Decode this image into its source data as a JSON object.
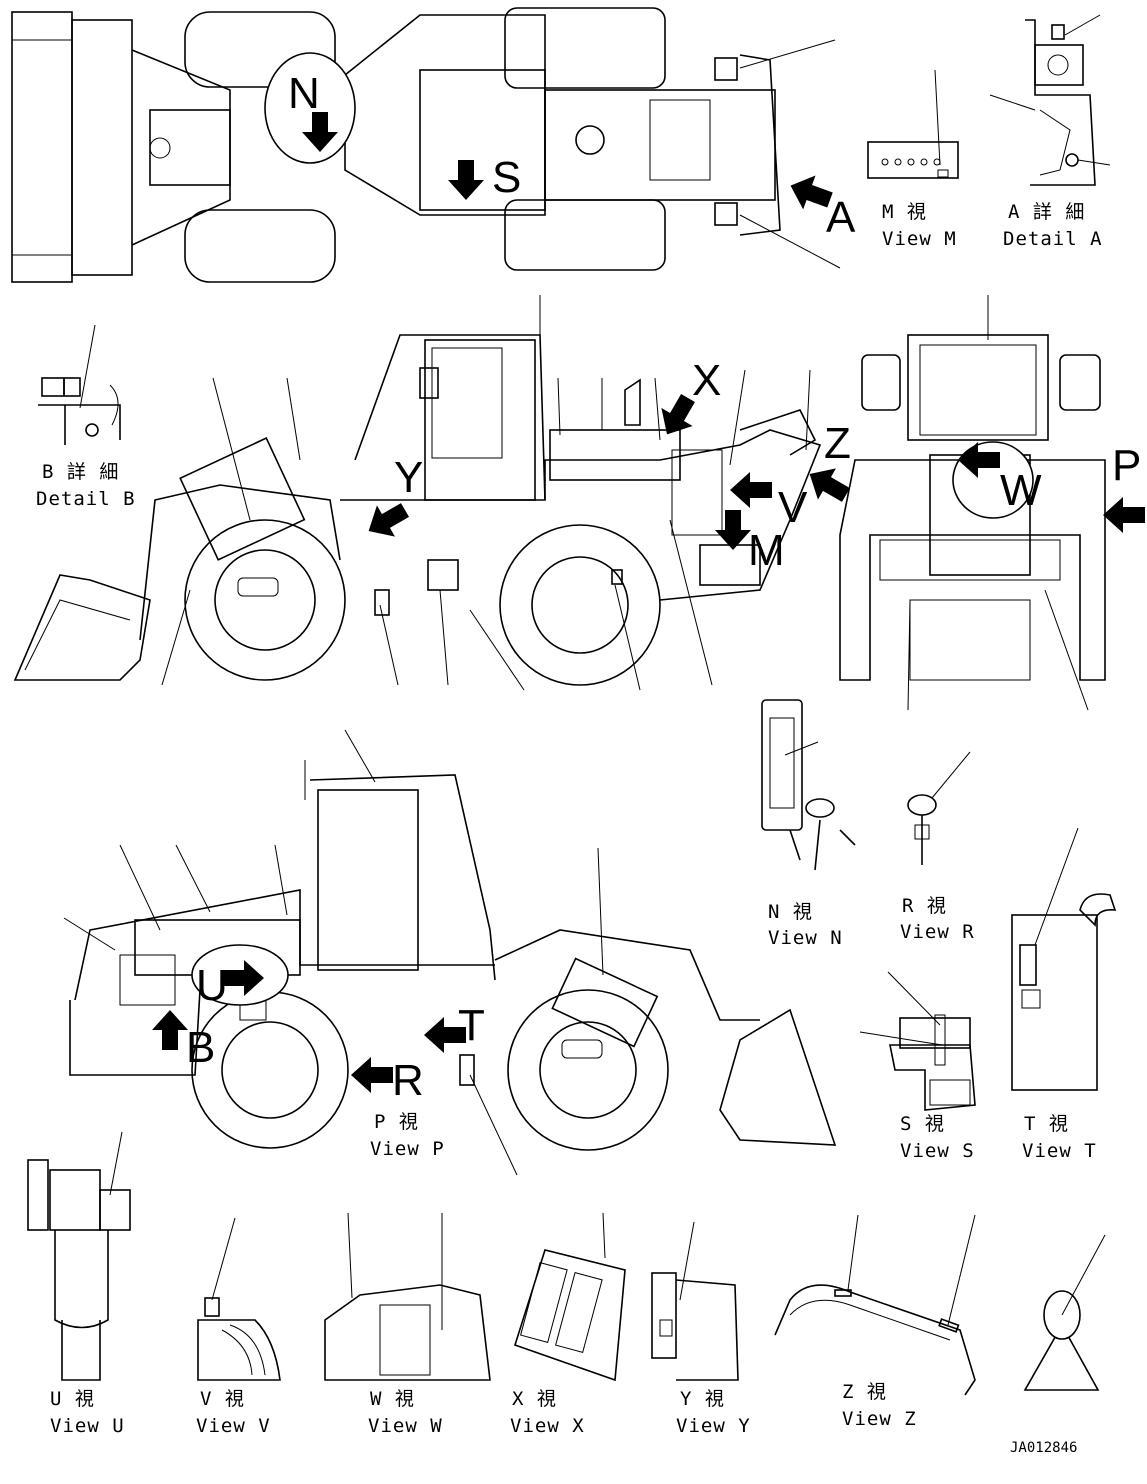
{
  "views": {
    "m": {
      "jp": "M 視",
      "en": "View M"
    },
    "a": {
      "jp": "A 詳 細",
      "en": "Detail A"
    },
    "b": {
      "jp": "B 詳 細",
      "en": "Detail B"
    },
    "n": {
      "jp": "N 視",
      "en": "View N"
    },
    "r": {
      "jp": "R 視",
      "en": "View R"
    },
    "p": {
      "jp": "P 視",
      "en": "View P"
    },
    "s": {
      "jp": "S 視",
      "en": "View S"
    },
    "t": {
      "jp": "T 視",
      "en": "View T"
    },
    "u": {
      "jp": "U 視",
      "en": "View U"
    },
    "v": {
      "jp": "V 視",
      "en": "View V"
    },
    "w": {
      "jp": "W 視",
      "en": "View W"
    },
    "x": {
      "jp": "X 視",
      "en": "View X"
    },
    "y": {
      "jp": "Y 視",
      "en": "View Y"
    },
    "z": {
      "jp": "Z 視",
      "en": "View Z"
    }
  },
  "markers": {
    "n": "N",
    "s": "S",
    "a": "A",
    "x": "X",
    "y": "Y",
    "z": "Z",
    "v": "V",
    "m": "M",
    "w": "W",
    "p": "P",
    "u": "U",
    "b": "B",
    "t": "T",
    "r": "R"
  },
  "drawing_code": "JA012846"
}
